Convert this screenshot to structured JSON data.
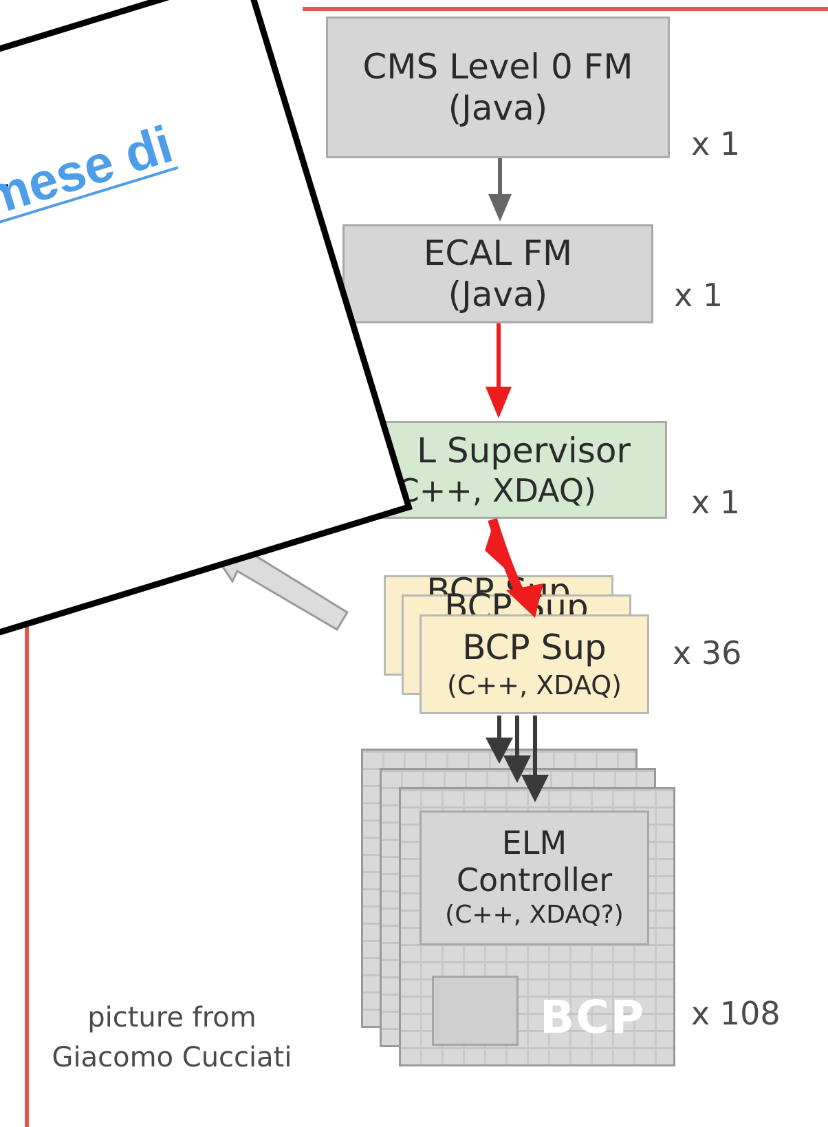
{
  "nodes": {
    "cms_fm": {
      "line1": "CMS Level 0 FM",
      "line2": "(Java)",
      "multiplier": "x 1"
    },
    "ecal_fm": {
      "line1": "ECAL FM",
      "line2": "(Java)",
      "multiplier": "x 1"
    },
    "supervisor": {
      "line1": "L Supervisor",
      "line2": "(C++, XDAQ)",
      "multiplier": "x 1"
    },
    "bcp_sup": {
      "line1": "BCP Sup",
      "line2": "(C++, XDAQ)",
      "back_label": "BCP Sup",
      "multiplier": "x 36"
    },
    "elm": {
      "line1": "ELM",
      "line2": "Controller",
      "line3": "(C++, XDAQ?)",
      "multiplier": "x 108",
      "board_label": "BCP"
    }
  },
  "credit": {
    "line1": "picture from",
    "line2": "Giacomo Cucciati"
  },
  "callout": {
    "link_text": "mese di"
  },
  "colors": {
    "frame": "#e0584f",
    "red_arrow": "#ee1c1c",
    "gray_arrow": "#666666",
    "link": "#4d9de8"
  }
}
